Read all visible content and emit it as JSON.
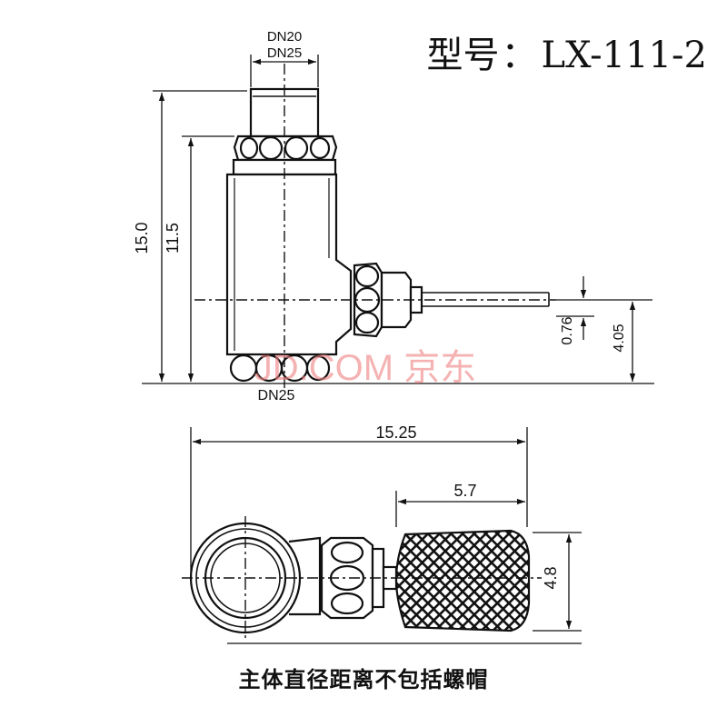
{
  "model": {
    "label": "型号",
    "separator": "：",
    "value": "LX-111-2"
  },
  "side_view": {
    "top_pipe_labels": [
      "DN20",
      "DN25"
    ],
    "bottom_pipe_label": "DN25",
    "dims": {
      "overall_height": "15.0",
      "body_height": "11.5",
      "wire_offset": "0.76",
      "wire_height": "4.05"
    }
  },
  "top_view": {
    "dims": {
      "overall_length": "15.25",
      "knob_length": "5.7",
      "knob_diameter": "4.8"
    }
  },
  "watermark": "JD.COM 京东",
  "note": "主体直径距离不包括螺帽",
  "colors": {
    "ink": "#111111",
    "watermark": "#f08080"
  }
}
